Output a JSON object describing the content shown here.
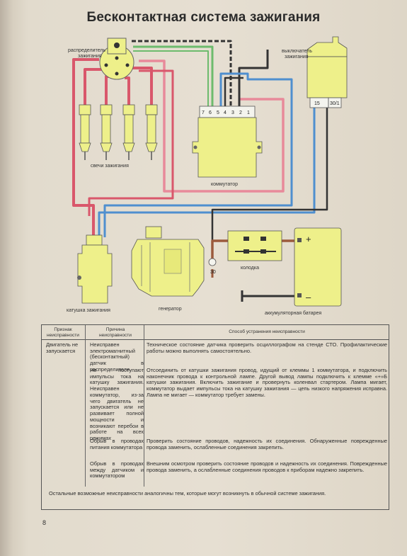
{
  "title": "Бесконтактная система зажигания",
  "diagram_labels": {
    "distributor": "распределитель\nзажигания",
    "ignition_switch": "выключатель\nзажигания",
    "spark_plugs": "свечи зажигания",
    "commutator": "коммутатор",
    "ignition_coil": "катушка зажигания",
    "generator": "генератор",
    "connector_block": "колодка",
    "battery": "аккумуляторная батарея",
    "commutator_pins": [
      "7",
      "6",
      "5",
      "4",
      "3",
      "2",
      "1"
    ],
    "switch_terminals": [
      "15",
      "30/1"
    ],
    "generator_terminal": "30",
    "battery_plus": "+",
    "battery_minus": "–"
  },
  "table": {
    "headers": [
      "Признак\nнеисправности",
      "Причина\nнеисправности",
      "Способ устранения неисправности"
    ],
    "symptom": "Двигатель не запускается",
    "rows": [
      {
        "cause": "Неисправен электромагнитный (бесконтактный) датчик в распределителе.",
        "remedy": "Техническое состояние датчика проверить осциллографом на стенде СТО. Профилактические работы можно выполнять самостоятельно."
      },
      {
        "cause": "Не поступают импульсы тока на катушку зажигания. Неисправен коммутатор, из-за чего двигатель не запускается или не развивает полной мощности и возникают перебои в работе на всех режимах",
        "remedy": "Отсоединить от катушки зажигания провод, идущий от клеммы 1 коммутатора, и подключить наконечник провода к контрольной лампе. Другой вывод лампы подключить к клемме «+»Б катушки зажигания. Включить зажигание и провернуть коленвал стартером. Лампа мигает, коммутатор выдает импульсы тока на катушку зажигания — цепь низкого напряжения исправна. Лампа не мигает — коммутатор требует замены."
      },
      {
        "cause": "Обрыв в проводах питания коммутатора",
        "remedy": "Проверить состояние проводов, надежность их соединения. Обнаруженные поврежденные провода заменить, ослабленные соединения закрепить."
      },
      {
        "cause": "Обрыв в проводах между датчиком и коммутатором",
        "remedy": "Внешним осмотром проверить состояние проводов и надежность их соединения. Поврежденные провода заменить, а ослабленные соединения проводов к приборам надежно закрепить."
      }
    ],
    "footnote": "Остальные возможные неисправности аналогичны тем, которые могут возникнуть в обычной системе зажигания."
  },
  "page_number": "8",
  "colors": {
    "wire_red": "#d9576b",
    "wire_pink": "#e88a9a",
    "wire_blue": "#4f8fcf",
    "wire_black": "#333333",
    "wire_green": "#6dbb6d",
    "wire_brown": "#9b5a3c",
    "component_yellow": "#eef08a",
    "paper": "#e4ddcf"
  }
}
